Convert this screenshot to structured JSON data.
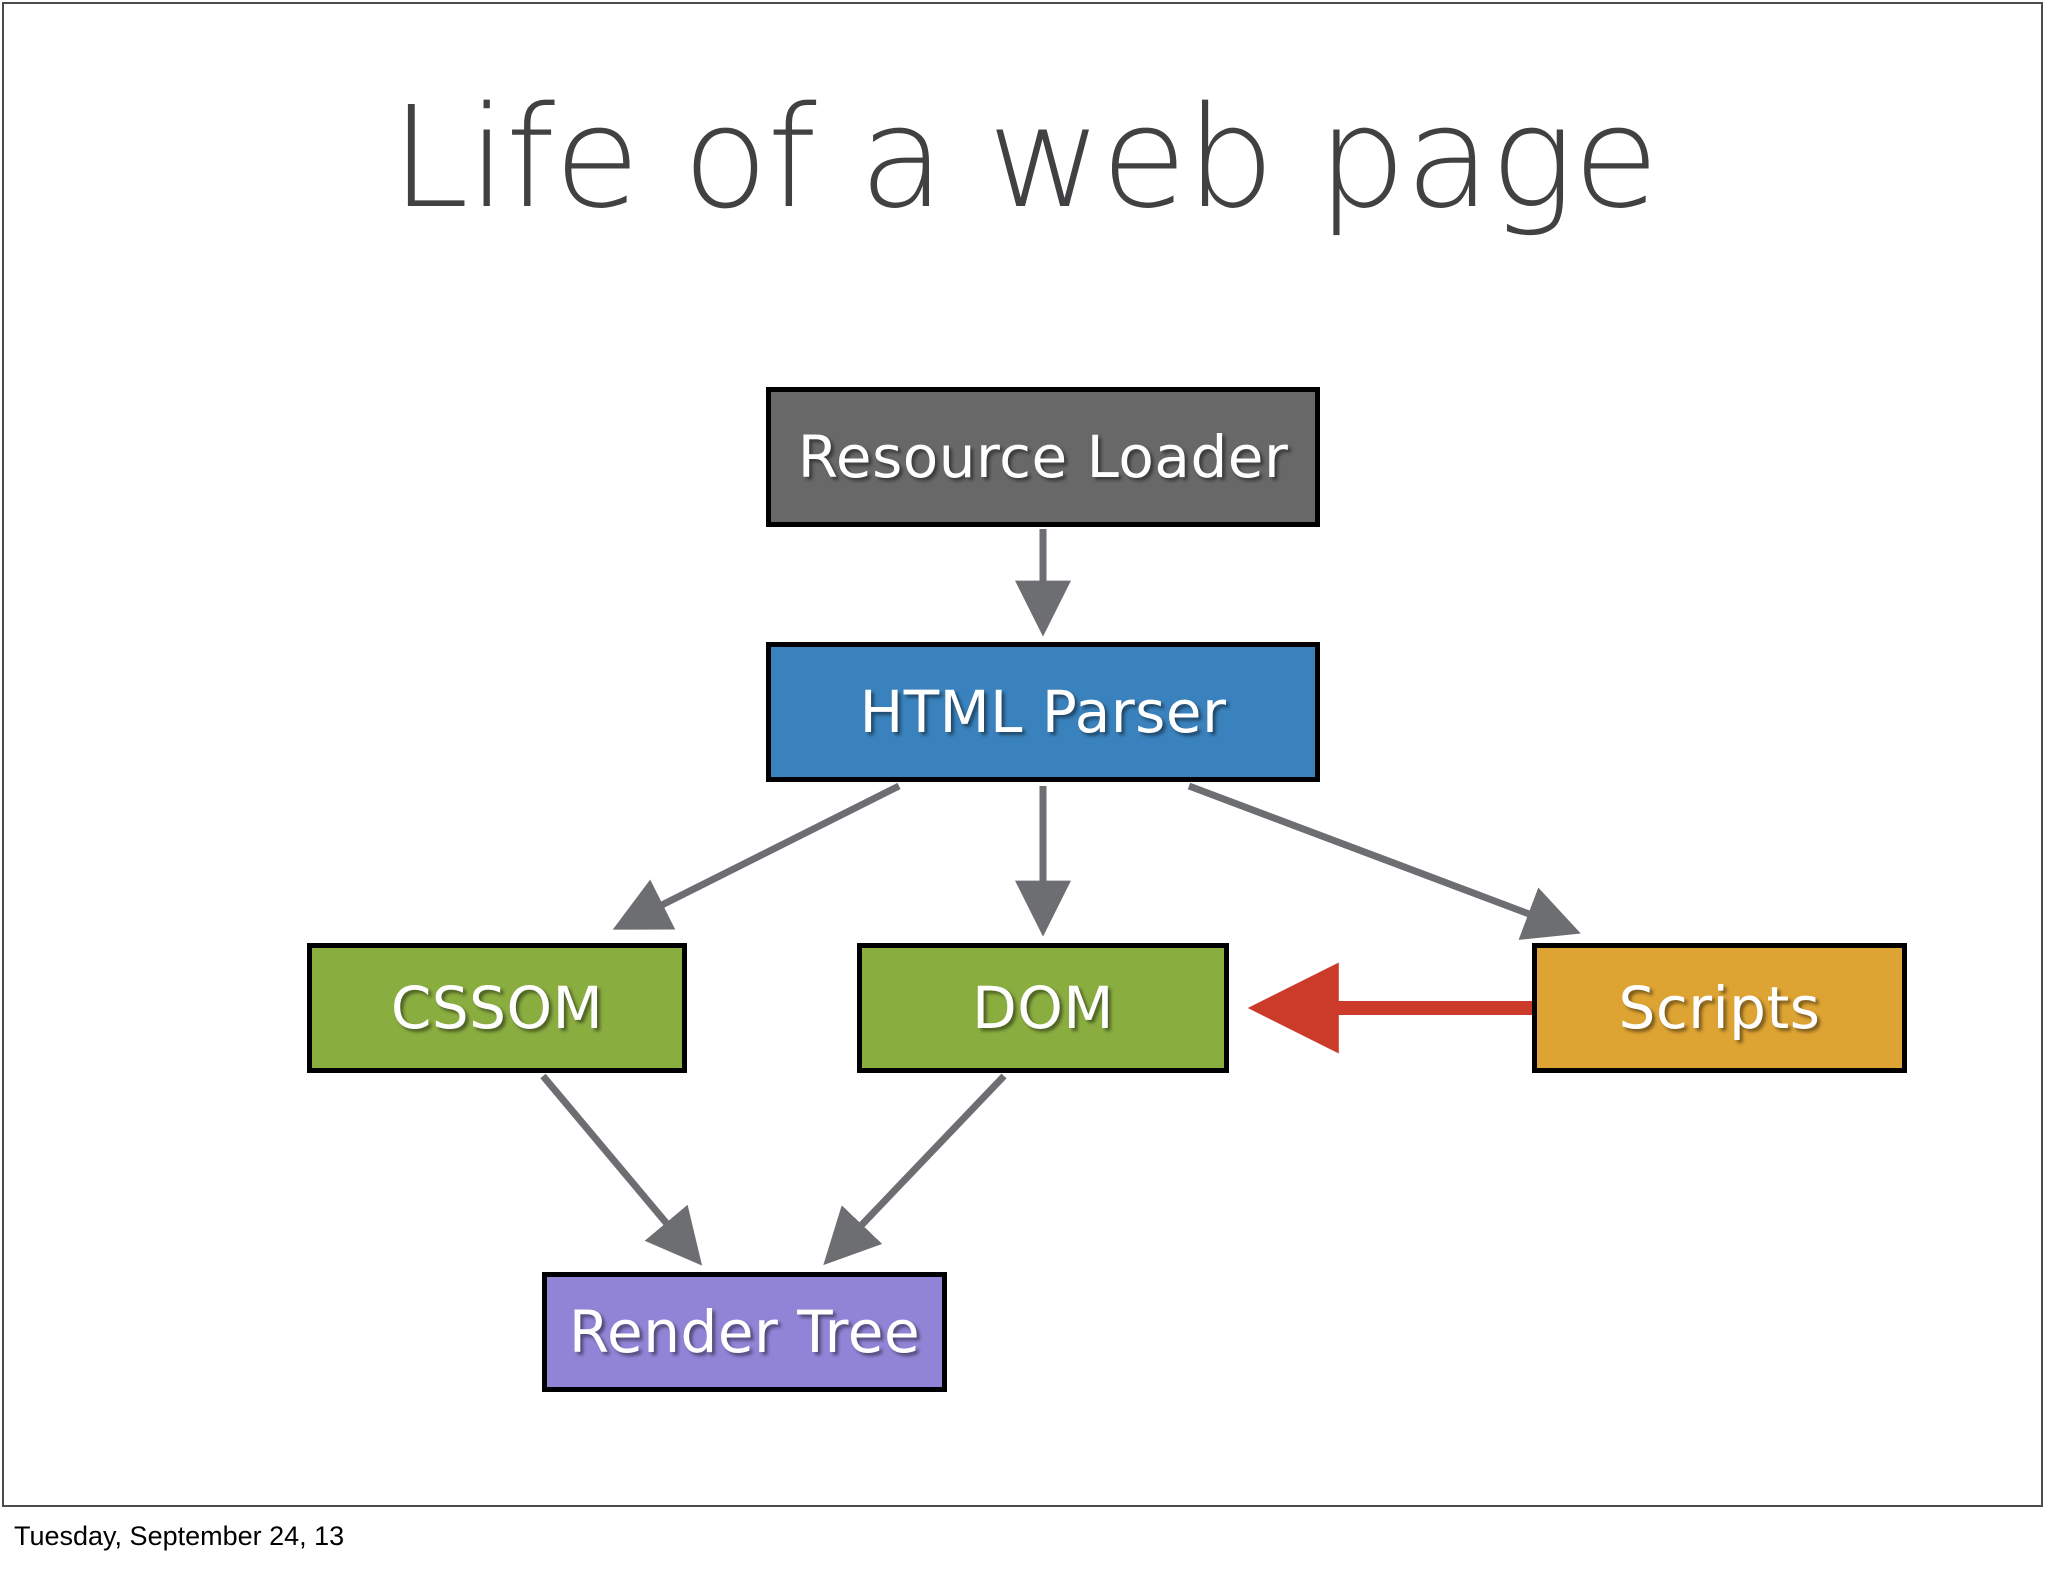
{
  "slide": {
    "title": "Life of a web page",
    "footer_date": "Tuesday, September 24, 13",
    "background_color": "#ffffff",
    "border_color": "#4b4b4f",
    "title_color": "#414042"
  },
  "diagram": {
    "type": "flowchart",
    "nodes": [
      {
        "id": "resource-loader",
        "label": "Resource Loader",
        "fill": "#686868",
        "text_color": "#ffffff",
        "border_color": "#000000"
      },
      {
        "id": "html-parser",
        "label": "HTML Parser",
        "fill": "#3a82bd",
        "text_color": "#ffffff",
        "border_color": "#000000"
      },
      {
        "id": "cssom",
        "label": "CSSOM",
        "fill": "#8aad40",
        "text_color": "#ffffff",
        "border_color": "#000000"
      },
      {
        "id": "dom",
        "label": "DOM",
        "fill": "#8aad40",
        "text_color": "#ffffff",
        "border_color": "#000000"
      },
      {
        "id": "scripts",
        "label": "Scripts",
        "fill": "#dda333",
        "text_color": "#ffffff",
        "border_color": "#000000"
      },
      {
        "id": "render-tree",
        "label": "Render Tree",
        "fill": "#9184d6",
        "text_color": "#ffffff",
        "border_color": "#000000"
      }
    ],
    "edges": [
      {
        "from": "resource-loader",
        "to": "html-parser",
        "color": "#6d6e71",
        "style": "solid"
      },
      {
        "from": "html-parser",
        "to": "cssom",
        "color": "#6d6e71",
        "style": "solid"
      },
      {
        "from": "html-parser",
        "to": "dom",
        "color": "#6d6e71",
        "style": "solid"
      },
      {
        "from": "html-parser",
        "to": "scripts",
        "color": "#6d6e71",
        "style": "solid"
      },
      {
        "from": "cssom",
        "to": "render-tree",
        "color": "#6d6e71",
        "style": "solid"
      },
      {
        "from": "dom",
        "to": "render-tree",
        "color": "#6d6e71",
        "style": "solid"
      },
      {
        "from": "scripts",
        "to": "dom",
        "color": "#cc3b2a",
        "style": "solid"
      }
    ],
    "arrow_color": "#6d6e71",
    "highlight_arrow_color": "#cc3b2a"
  }
}
